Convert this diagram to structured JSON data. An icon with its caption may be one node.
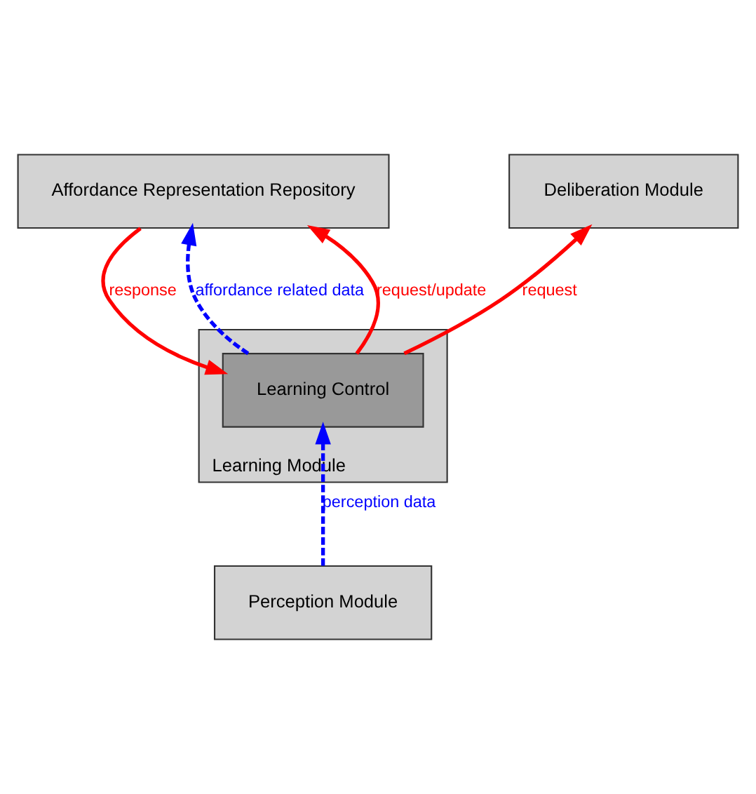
{
  "diagram": {
    "nodes": [
      {
        "text": [
          "Affordance Representation Repository"
        ]
      },
      {
        "text": [
          "Learning Module"
        ]
      },
      {
        "text": [
          "Learning Control"
        ],
        "in": 1
      },
      {
        "text": [
          "Deliberation Module"
        ]
      },
      {
        "text": [
          "Perception Module"
        ]
      }
    ],
    "edges": [
      {
        "from": 2,
        "to": 0,
        "arrow": "to",
        "label": "affordance related data",
        "style": "dashed",
        "color": "#0000ff"
      },
      {
        "from": 2,
        "to": 0,
        "arrow": "to",
        "label": "request/update",
        "color": "#ff0000"
      },
      {
        "from": 0,
        "to": 2,
        "arrow": "to",
        "label": "response",
        "color": "#ff0000"
      },
      {
        "from": 2,
        "to": 3,
        "arrow": "to",
        "label": "request",
        "color": "#ff0000"
      },
      {
        "from": 4,
        "to": 2,
        "arrow": "to",
        "label": "perception data",
        "style": "dashed",
        "color": "#0000ff"
      }
    ]
  }
}
